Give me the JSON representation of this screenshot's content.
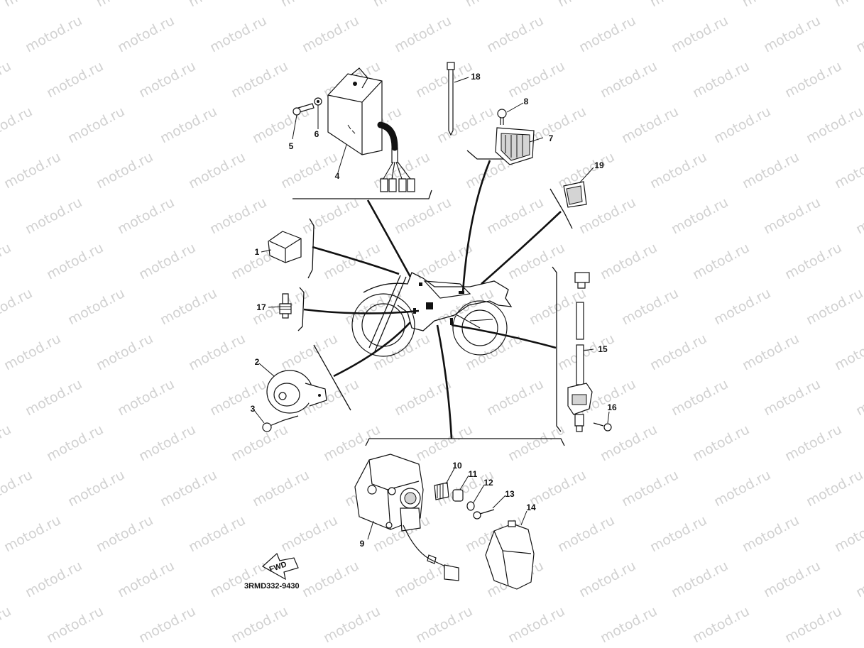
{
  "watermark": {
    "text": "motod.ru"
  },
  "diagram": {
    "doc_code": "3RMD332-9430",
    "fwd_label": "FWD",
    "callouts": [
      "1",
      "2",
      "3",
      "4",
      "5",
      "6",
      "7",
      "8",
      "9",
      "10",
      "11",
      "12",
      "13",
      "14",
      "15",
      "16",
      "17",
      "18",
      "19"
    ]
  }
}
